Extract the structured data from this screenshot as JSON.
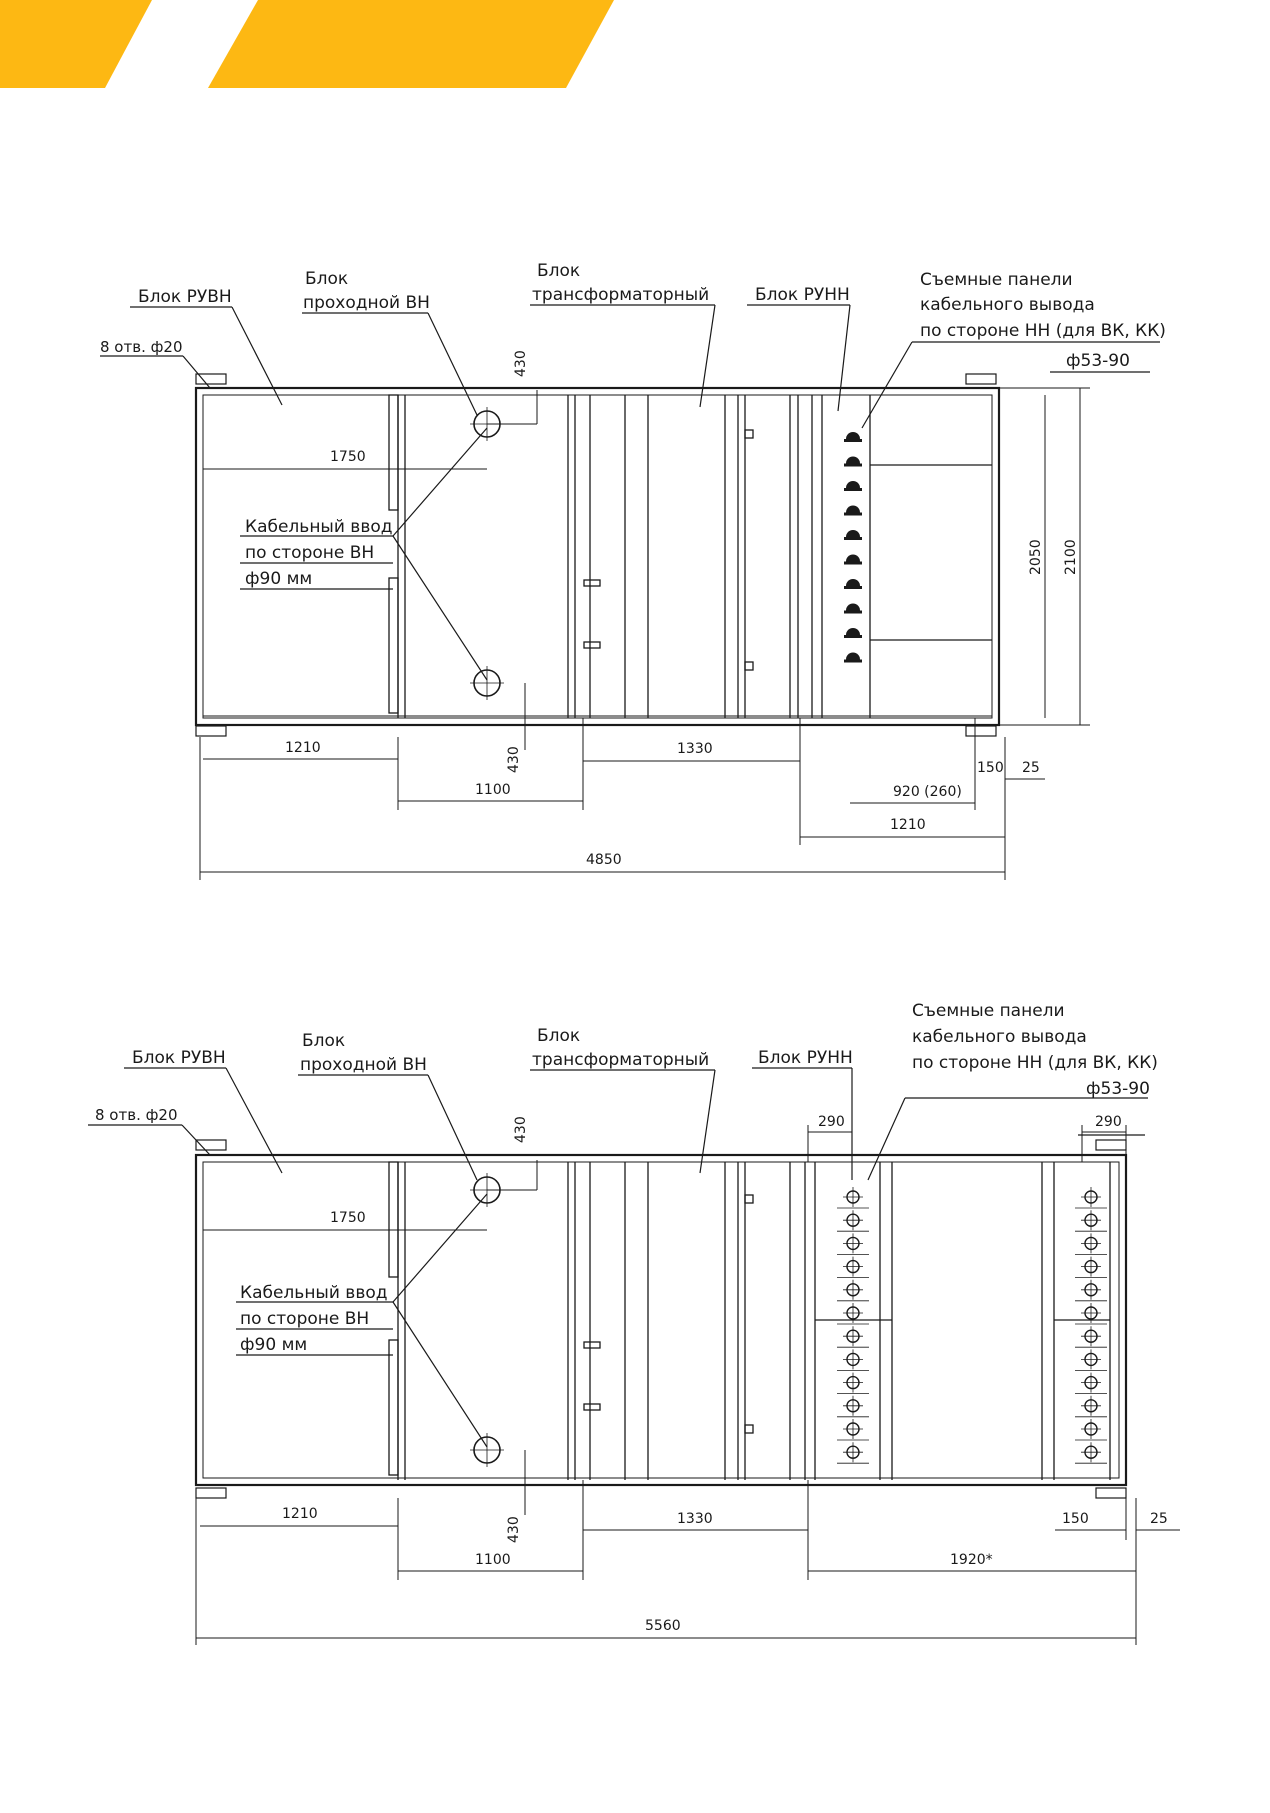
{
  "header": {
    "accent_color": "#FDB813"
  },
  "drawing1": {
    "labels": {
      "rubn": "Блок РУВН",
      "prohodnoy_1": "Блок",
      "prohodnoy_2": "проходной ВН",
      "trans_1": "Блок",
      "trans_2": "трансформаторный",
      "runn": "Блок РУНН",
      "panels_1": "Съемные панели",
      "panels_2": "кабельного вывода",
      "panels_3": "по стороне НН (для ВК, КК)",
      "panels_diam": "ф53-90",
      "holes": "8 отв. ф20",
      "cable_1": "Кабельный ввод",
      "cable_2": "по стороне ВН",
      "cable_3": "ф90 мм"
    },
    "dims": {
      "d430_top": "430",
      "d1750": "1750",
      "d2050": "2050",
      "d2100": "2100",
      "d1210_left": "1210",
      "d430_bot": "430",
      "d1330": "1330",
      "d150": "150",
      "d25": "25",
      "d1100": "1100",
      "d920": "920 (260)",
      "d1210_right": "1210",
      "d4850": "4850"
    }
  },
  "drawing2": {
    "labels": {
      "rubn": "Блок РУВН",
      "prohodnoy_1": "Блок",
      "prohodnoy_2": "проходной ВН",
      "trans_1": "Блок",
      "trans_2": "трансформаторный",
      "runn": "Блок РУНН",
      "panels_1": "Съемные панели",
      "panels_2": "кабельного вывода",
      "panels_3": "по стороне НН (для ВК, КК)",
      "panels_diam": "ф53-90",
      "holes": "8 отв. ф20",
      "cable_1": "Кабельный ввод",
      "cable_2": "по стороне ВН",
      "cable_3": "ф90 мм"
    },
    "dims": {
      "d290_left": "290",
      "d290_right": "290",
      "d430_top": "430",
      "d1750": "1750",
      "d1210": "1210",
      "d430_bot": "430",
      "d1330": "1330",
      "d150": "150",
      "d25": "25",
      "d1100": "1100",
      "d1920": "1920*",
      "d5560": "5560"
    }
  }
}
